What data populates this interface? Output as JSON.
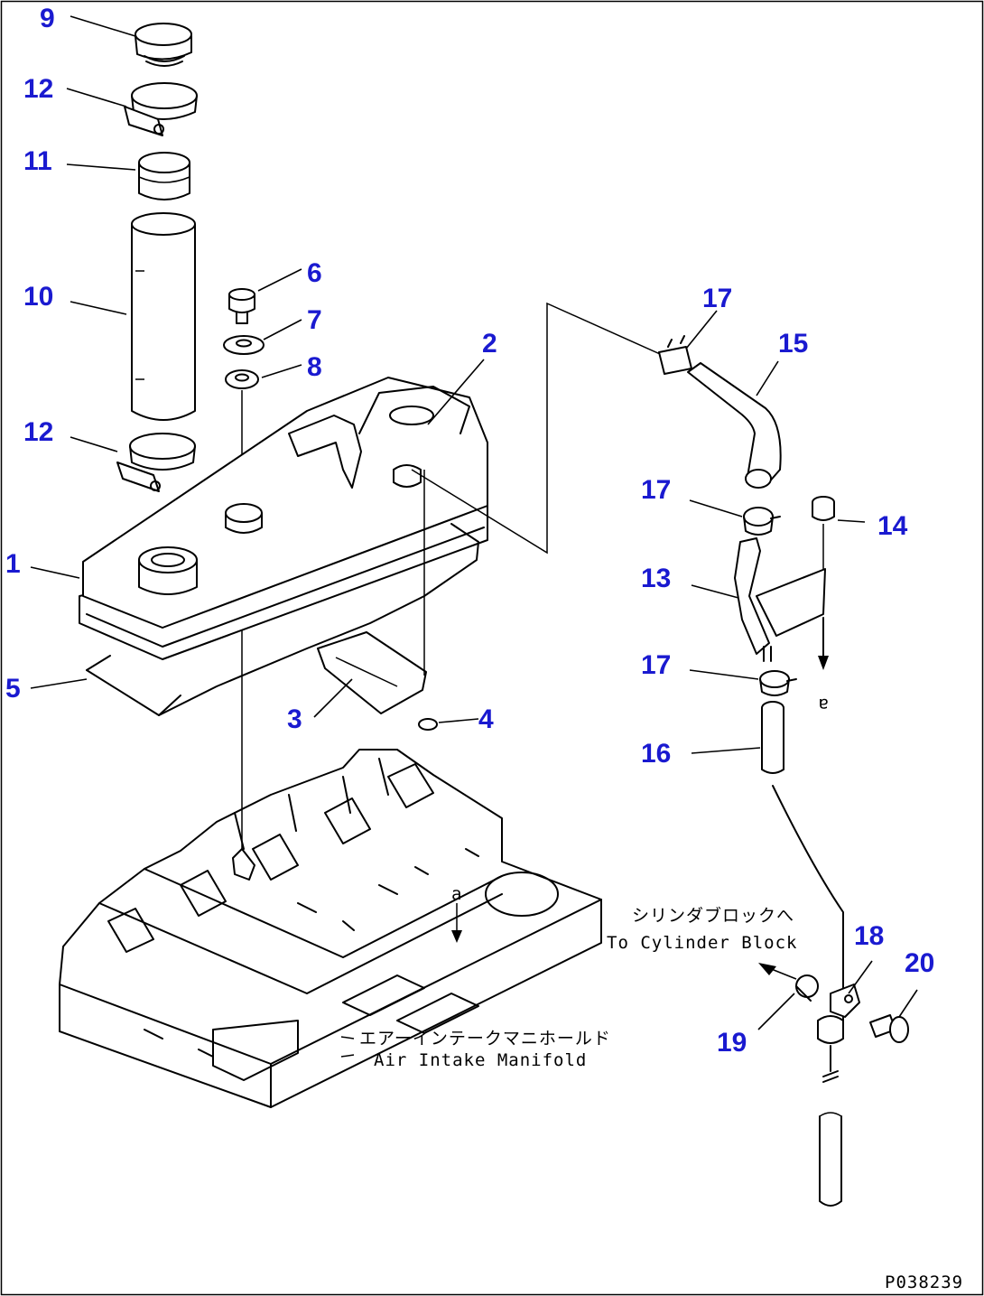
{
  "diagram": {
    "callouts": {
      "c1": "1",
      "c2": "2",
      "c3": "3",
      "c4": "4",
      "c5": "5",
      "c6": "6",
      "c7": "7",
      "c8": "8",
      "c9": "9",
      "c10": "10",
      "c11": "11",
      "c12a": "12",
      "c12b": "12",
      "c13": "13",
      "c14": "14",
      "c15": "15",
      "c16": "16",
      "c17a": "17",
      "c17b": "17",
      "c17c": "17",
      "c18": "18",
      "c19": "19",
      "c20": "20"
    },
    "notes": {
      "cylinder_block_jp": "シリンダブロックへ",
      "cylinder_block_en": "To Cylinder Block",
      "air_intake_jp": "エアーインテークマニホールド",
      "air_intake_en": "Air Intake Manifold",
      "marker_a": "a"
    },
    "figure_code": "P038239"
  }
}
